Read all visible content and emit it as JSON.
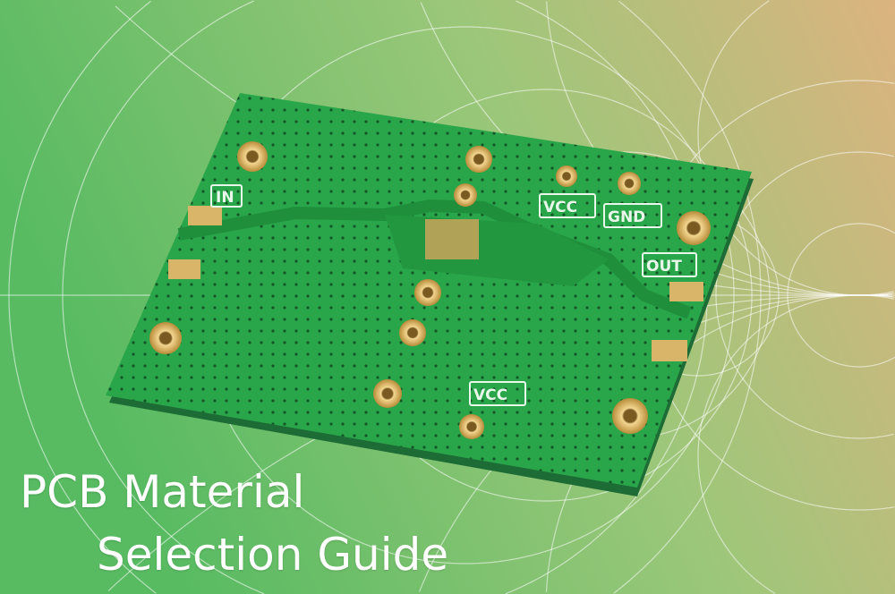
{
  "banner": {
    "title_line1": "PCB Material",
    "title_line2": "Selection Guide"
  },
  "pcb_labels": {
    "input": "IN",
    "vcc_top": "VCC",
    "gnd": "GND",
    "output": "OUT",
    "vcc_bottom": "VCC"
  },
  "colors": {
    "background_left": "#5cbf6a",
    "background_right": "#d8b57e",
    "board": "#2aa64a",
    "pad_gold": "#d9b56a",
    "title_text": "#ffffff"
  }
}
